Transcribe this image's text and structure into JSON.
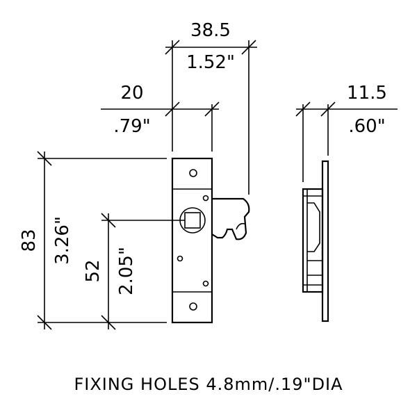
{
  "dimensions": {
    "overall_width_mm": "38.5",
    "overall_width_in": "1.52\"",
    "body_width_mm": "20",
    "body_width_in": ".79\"",
    "depth_mm": "11.5",
    "depth_in": ".60\"",
    "height_mm": "83",
    "height_in": "3.26\"",
    "centre_mm": "52",
    "centre_in": "2.05\""
  },
  "caption": "FIXING HOLES 4.8mm/.19\"DIA"
}
